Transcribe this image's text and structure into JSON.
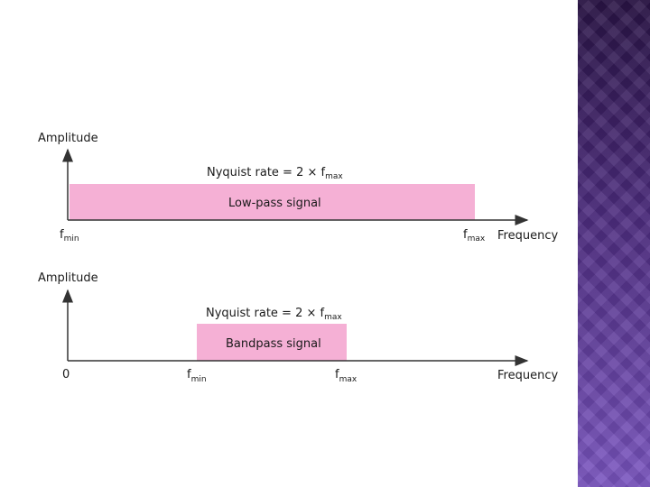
{
  "colors": {
    "signal_fill": "#f5b0d5",
    "axis": "#333333",
    "side_band": "#4a2a78"
  },
  "top_diagram": {
    "ylabel": "Amplitude",
    "xlabel": "Frequency",
    "rate_label": "Nyquist rate = 2 ×",
    "rate_f": "f",
    "rate_sub": "max",
    "signal_label": "Low-pass signal",
    "left_tick_f": "f",
    "left_tick_sub": "min",
    "right_tick_f": "f",
    "right_tick_sub": "max"
  },
  "bottom_diagram": {
    "ylabel": "Amplitude",
    "xlabel": "Frequency",
    "rate_label": "Nyquist rate = 2  ×",
    "rate_f": "f",
    "rate_sub": "max",
    "signal_label": "Bandpass signal",
    "origin_label": "0",
    "left_tick_f": "f",
    "left_tick_sub": "min",
    "right_tick_f": "f",
    "right_tick_sub": "max"
  }
}
